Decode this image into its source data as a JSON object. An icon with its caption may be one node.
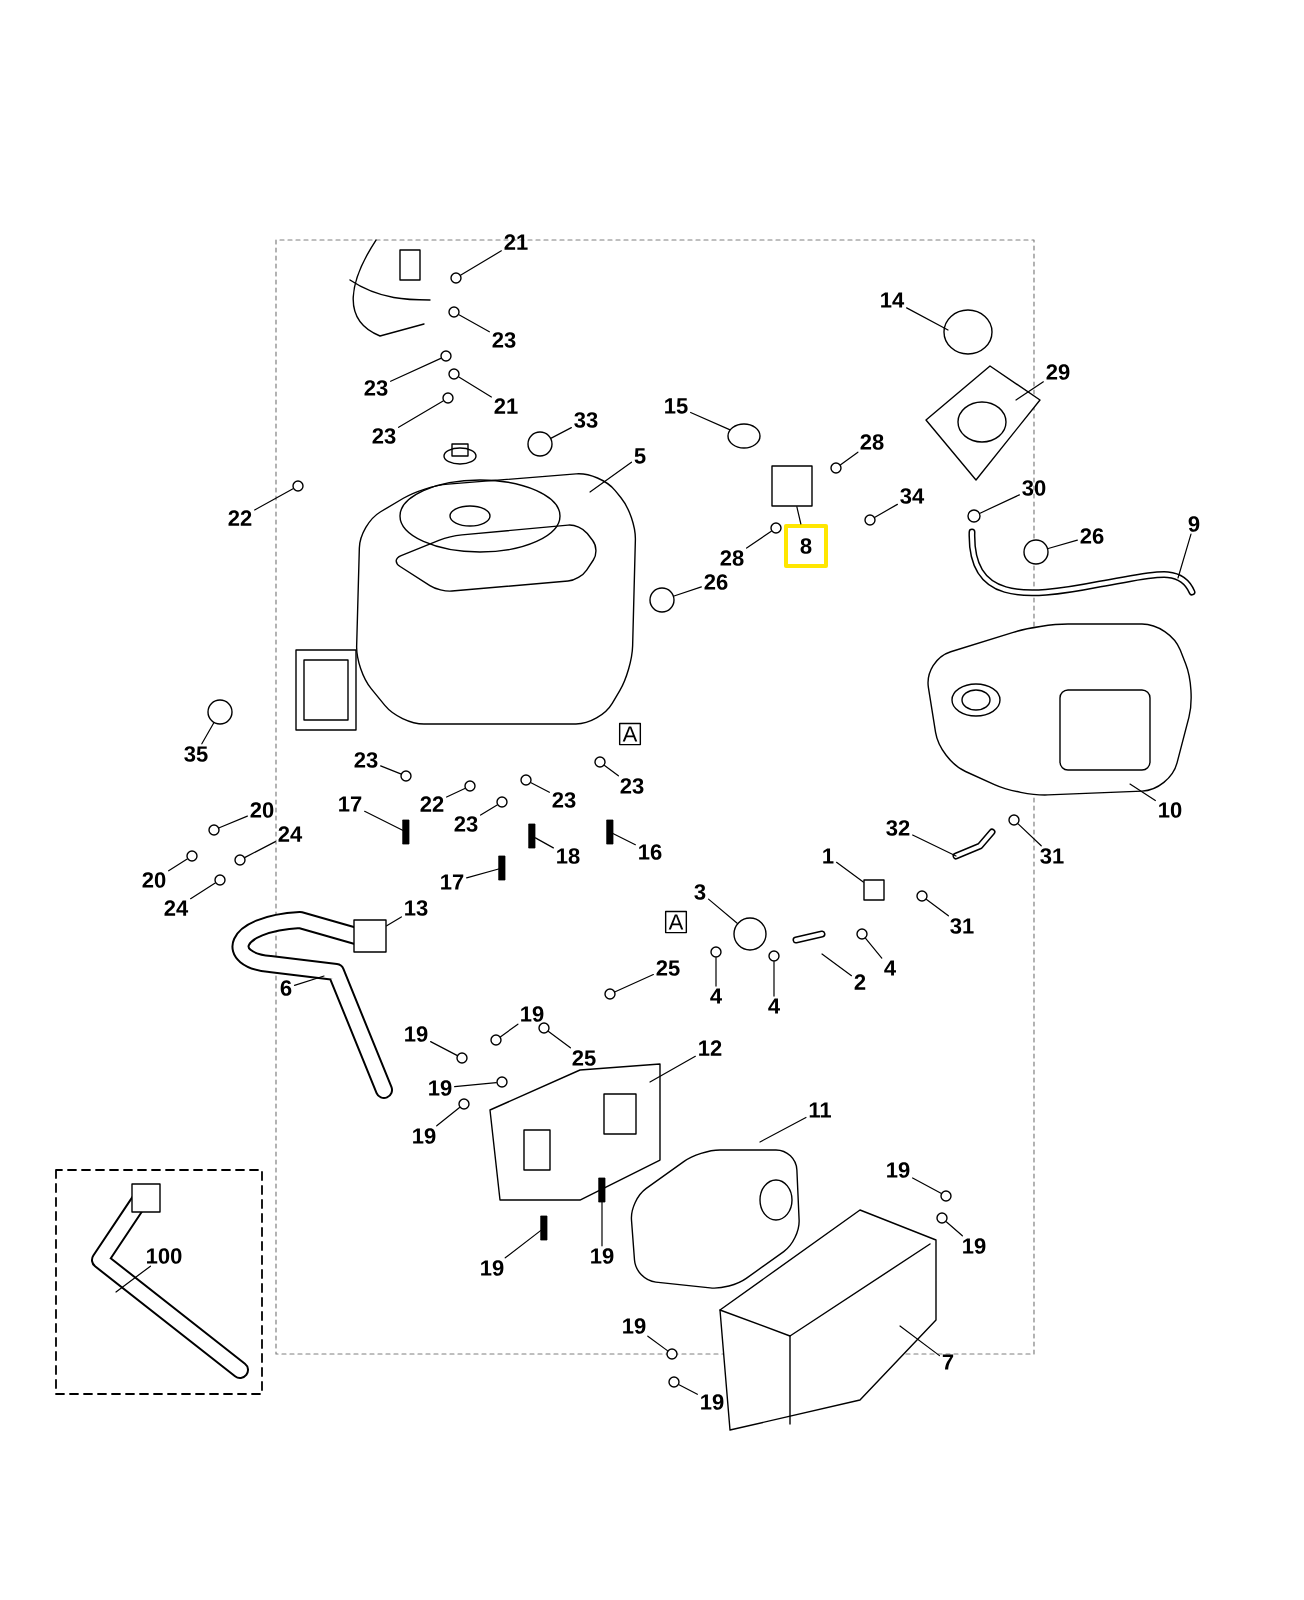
{
  "diagram": {
    "nodes": [
      {
        "text": [
          "21"
        ]
      },
      {
        "text": [
          "23"
        ]
      },
      {
        "text": [
          "23"
        ]
      },
      {
        "text": [
          "21"
        ]
      },
      {
        "text": [
          "23"
        ]
      },
      {
        "text": [
          "33"
        ]
      },
      {
        "text": [
          "5"
        ]
      },
      {
        "text": [
          "22"
        ]
      },
      {
        "text": [
          "15"
        ]
      },
      {
        "text": [
          "14"
        ]
      },
      {
        "text": [
          "29"
        ]
      },
      {
        "text": [
          "28"
        ]
      },
      {
        "text": [
          "34"
        ]
      },
      {
        "text": [
          "28"
        ]
      },
      {
        "text": [
          "8"
        ]
      },
      {
        "text": [
          "30"
        ]
      },
      {
        "text": [
          "26"
        ]
      },
      {
        "text": [
          "9"
        ]
      },
      {
        "text": [
          "26"
        ]
      },
      {
        "text": [
          "35"
        ]
      },
      {
        "text": [
          "23"
        ]
      },
      {
        "text": [
          "22"
        ]
      },
      {
        "text": [
          "23"
        ]
      },
      {
        "text": [
          "23"
        ]
      },
      {
        "text": [
          "23"
        ]
      },
      {
        "text": [
          "17"
        ]
      },
      {
        "text": [
          "18"
        ]
      },
      {
        "text": [
          "16"
        ]
      },
      {
        "text": [
          "17"
        ]
      },
      {
        "text": [
          "20"
        ]
      },
      {
        "text": [
          "24"
        ]
      },
      {
        "text": [
          "20"
        ]
      },
      {
        "text": [
          "24"
        ]
      },
      {
        "text": [
          "13"
        ]
      },
      {
        "text": [
          "6"
        ]
      },
      {
        "text": [
          "10"
        ]
      },
      {
        "text": [
          "31"
        ]
      },
      {
        "text": [
          "32"
        ]
      },
      {
        "text": [
          "1"
        ]
      },
      {
        "text": [
          "31"
        ]
      },
      {
        "text": [
          "3"
        ]
      },
      {
        "text": [
          "4"
        ]
      },
      {
        "text": [
          "2"
        ]
      },
      {
        "text": [
          "4"
        ]
      },
      {
        "text": [
          "4"
        ]
      },
      {
        "text": [
          "25"
        ]
      },
      {
        "text": [
          "19"
        ]
      },
      {
        "text": [
          "19"
        ]
      },
      {
        "text": [
          "25"
        ]
      },
      {
        "text": [
          "12"
        ]
      },
      {
        "text": [
          "19"
        ]
      },
      {
        "text": [
          "19"
        ]
      },
      {
        "text": [
          "11"
        ]
      },
      {
        "text": [
          "19"
        ]
      },
      {
        "text": [
          "19"
        ]
      },
      {
        "text": [
          "19"
        ]
      },
      {
        "text": [
          "19"
        ]
      },
      {
        "text": [
          "100"
        ]
      },
      {
        "text": [
          "19"
        ]
      },
      {
        "text": [
          "7"
        ]
      },
      {
        "text": [
          "19"
        ]
      },
      {
        "text": [],
        "shape": "circle"
      },
      {
        "text": [],
        "shape": "circle"
      },
      {
        "text": [],
        "shape": "circle"
      },
      {
        "text": [],
        "shape": "circle"
      },
      {
        "text": [],
        "shape": "circle"
      },
      {
        "text": [],
        "shape": "circle"
      },
      {
        "text": [],
        "shape": "circle"
      },
      {
        "text": [],
        "shape": "ellipse"
      },
      {
        "text": [],
        "shape": "circle"
      },
      {
        "text": [],
        "shape": "circle"
      },
      {
        "text": [],
        "shape": "circle"
      },
      {
        "text": [],
        "shape": "circle"
      },
      {
        "text": [],
        "shape": "circle"
      },
      {
        "text": [],
        "shape": "circle"
      },
      {
        "text": [],
        "shape": "circle"
      },
      {
        "text": [],
        "shape": "circle"
      },
      {
        "text": [],
        "shape": "circle"
      },
      {
        "text": [],
        "shape": "circle"
      },
      {
        "text": [],
        "shape": "circle"
      },
      {
        "text": [],
        "shape": "circle"
      },
      {
        "text": [],
        "shape": "bar"
      },
      {
        "text": [],
        "shape": "bar"
      },
      {
        "text": [],
        "shape": "bar"
      },
      {
        "text": [],
        "shape": "bar"
      },
      {
        "text": [],
        "shape": "circle"
      },
      {
        "text": [],
        "shape": "circle"
      },
      {
        "text": [],
        "shape": "circle"
      },
      {
        "text": [],
        "shape": "circle"
      },
      {
        "text": [],
        "shape": "circle"
      },
      {
        "text": [],
        "shape": "circle"
      },
      {
        "text": [],
        "shape": "circle"
      },
      {
        "text": [],
        "shape": "circle"
      },
      {
        "text": [],
        "shape": "circle"
      },
      {
        "text": [],
        "shape": "circle"
      },
      {
        "text": [],
        "shape": "circle"
      },
      {
        "text": [],
        "shape": "circle"
      },
      {
        "text": [],
        "shape": "circle"
      },
      {
        "text": [],
        "shape": "circle"
      },
      {
        "text": [],
        "shape": "circle"
      },
      {
        "text": [],
        "shape": "circle"
      },
      {
        "text": [],
        "shape": "circle"
      },
      {
        "text": [],
        "shape": "bar"
      },
      {
        "text": [],
        "shape": "bar"
      },
      {
        "text": [],
        "shape": "circle"
      },
      {
        "text": [],
        "shape": "circle"
      },
      {
        "text": [],
        "shape": "box"
      },
      {
        "text": [],
        "shape": "box"
      },
      {
        "text": [],
        "shape": "circle"
      },
      {
        "text": [],
        "shape": "box"
      }
    ],
    "edges": [
      {
        "from": 0,
        "to": 61,
        "arrow": "none"
      },
      {
        "from": 1,
        "to": 62,
        "arrow": "none"
      },
      {
        "from": 2,
        "to": 63,
        "arrow": "none"
      },
      {
        "from": 3,
        "to": 64,
        "arrow": "none"
      },
      {
        "from": 4,
        "to": 65,
        "arrow": "none"
      },
      {
        "from": 5,
        "to": 66,
        "arrow": "none"
      },
      {
        "from": 6,
        "to": null,
        "arrow": "none"
      },
      {
        "from": 7,
        "to": 67,
        "arrow": "none"
      },
      {
        "from": 8,
        "to": 68,
        "arrow": "none"
      },
      {
        "from": 9,
        "to": null,
        "arrow": "none"
      },
      {
        "from": 10,
        "to": null,
        "arrow": "none"
      },
      {
        "from": 11,
        "to": 69,
        "arrow": "none"
      },
      {
        "from": 12,
        "to": 70,
        "arrow": "none"
      },
      {
        "from": 13,
        "to": 71,
        "arrow": "none"
      },
      {
        "from": 14,
        "to": 109,
        "arrow": "none"
      },
      {
        "from": 15,
        "to": 72,
        "arrow": "none"
      },
      {
        "from": 16,
        "to": 73,
        "arrow": "none"
      },
      {
        "from": 17,
        "to": null,
        "arrow": "none"
      },
      {
        "from": 18,
        "to": 74,
        "arrow": "none"
      },
      {
        "from": 19,
        "to": 75,
        "arrow": "none"
      },
      {
        "from": 20,
        "to": 76,
        "arrow": "none"
      },
      {
        "from": 21,
        "to": 77,
        "arrow": "none"
      },
      {
        "from": 22,
        "to": 78,
        "arrow": "none"
      },
      {
        "from": 23,
        "to": 79,
        "arrow": "none"
      },
      {
        "from": 24,
        "to": 80,
        "arrow": "none"
      },
      {
        "from": 25,
        "to": 81,
        "arrow": "none"
      },
      {
        "from": 26,
        "to": 82,
        "arrow": "none"
      },
      {
        "from": 27,
        "to": 83,
        "arrow": "none"
      },
      {
        "from": 28,
        "to": 84,
        "arrow": "none"
      },
      {
        "from": 29,
        "to": 85,
        "arrow": "none"
      },
      {
        "from": 30,
        "to": 86,
        "arrow": "none"
      },
      {
        "from": 31,
        "to": 87,
        "arrow": "none"
      },
      {
        "from": 32,
        "to": 88,
        "arrow": "none"
      },
      {
        "from": 33,
        "to": 106,
        "arrow": "none"
      },
      {
        "from": 34,
        "to": null,
        "arrow": "none"
      },
      {
        "from": 35,
        "to": null,
        "arrow": "none"
      },
      {
        "from": 36,
        "to": 89,
        "arrow": "none"
      },
      {
        "from": 37,
        "to": null,
        "arrow": "none"
      },
      {
        "from": 38,
        "to": 107,
        "arrow": "none"
      },
      {
        "from": 39,
        "to": 90,
        "arrow": "none"
      },
      {
        "from": 40,
        "to": 108,
        "arrow": "none"
      },
      {
        "from": 41,
        "to": 91,
        "arrow": "none"
      },
      {
        "from": 42,
        "to": null,
        "arrow": "none"
      },
      {
        "from": 43,
        "to": 92,
        "arrow": "none"
      },
      {
        "from": 44,
        "to": 93,
        "arrow": "none"
      },
      {
        "from": 45,
        "to": 94,
        "arrow": "none"
      },
      {
        "from": 46,
        "to": 95,
        "arrow": "none"
      },
      {
        "from": 47,
        "to": 96,
        "arrow": "none"
      },
      {
        "from": 48,
        "to": 97,
        "arrow": "none"
      },
      {
        "from": 49,
        "to": null,
        "arrow": "none"
      },
      {
        "from": 50,
        "to": 98,
        "arrow": "none"
      },
      {
        "from": 51,
        "to": 99,
        "arrow": "none"
      },
      {
        "from": 52,
        "to": null,
        "arrow": "none"
      },
      {
        "from": 53,
        "to": 100,
        "arrow": "none"
      },
      {
        "from": 54,
        "to": 101,
        "arrow": "none"
      },
      {
        "from": 55,
        "to": 102,
        "arrow": "none"
      },
      {
        "from": 56,
        "to": 103,
        "arrow": "none"
      },
      {
        "from": 57,
        "to": null,
        "arrow": "none"
      },
      {
        "from": 58,
        "to": 104,
        "arrow": "none"
      },
      {
        "from": 59,
        "to": null,
        "arrow": "none"
      },
      {
        "from": 60,
        "to": 105,
        "arrow": "none"
      }
    ],
    "labels": [
      "A",
      "A"
    ]
  }
}
